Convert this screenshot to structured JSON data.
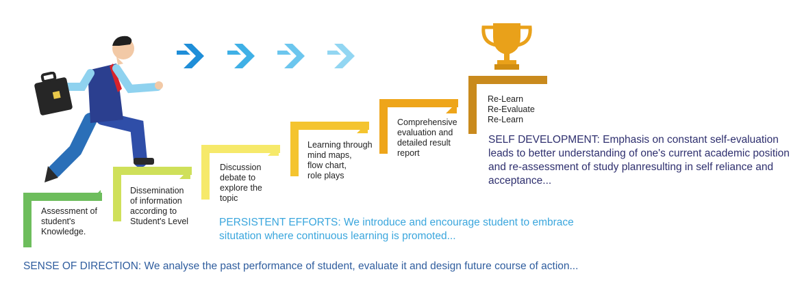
{
  "steps": [
    {
      "lines": [
        "Assessment of",
        "student's",
        "Knowledge."
      ],
      "color": "#6dbd5c"
    },
    {
      "lines": [
        "Dissemination",
        "of information",
        "according to",
        "Student's Level"
      ],
      "color": "#cfe05a"
    },
    {
      "lines": [
        "Discussion",
        "debate to",
        "explore the",
        "topic"
      ],
      "color": "#f6e96a"
    },
    {
      "lines": [
        "Learning through",
        "mind maps,",
        "flow chart,",
        "role plays"
      ],
      "color": "#f4c42f"
    },
    {
      "lines": [
        "Comprehensive",
        "evaluation and",
        "detailed result",
        "report"
      ],
      "color": "#eea51a"
    },
    {
      "lines": [
        "Re-Learn",
        "Re-Evaluate",
        "Re-Learn"
      ],
      "color": "#c98a1d"
    }
  ],
  "messages": {
    "self_development": "SELF DEVELOPMENT: Emphasis on constant self-evaluation leads to better understanding of one's current academic position and re-assessment of study  planresulting in self reliance and acceptance...",
    "persistent_efforts": "PERSISTENT EFFORTS: We introduce and encourage student to embrace situtation where continuous learning is promoted...",
    "sense_of_direction": "SENSE OF DIRECTION: We analyse the past performance of student, evaluate it and design future course of action..."
  },
  "colors": {
    "self_development": "#2e2f6e",
    "persistent_efforts": "#3aa6dd",
    "sense_of_direction": "#2f5d9e",
    "arrows": [
      "#1f8ed8",
      "#3fb0e6",
      "#6cc6ee",
      "#92d6f2"
    ]
  },
  "icons": [
    "running-man-icon",
    "briefcase-icon",
    "trophy-icon",
    "arrow-right-icon"
  ]
}
